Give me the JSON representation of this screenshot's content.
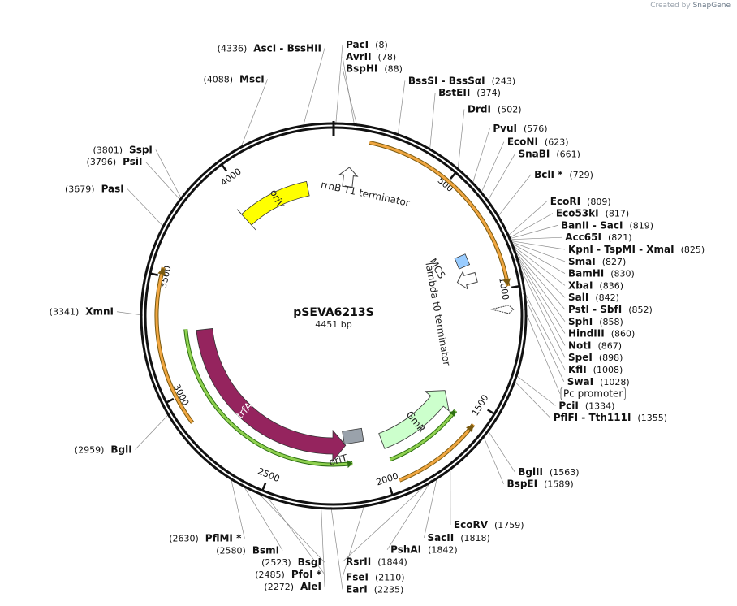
{
  "credit": {
    "prefix": "Created by",
    "brand": "SnapGene"
  },
  "plasmid": {
    "name": "pSEVA6213S",
    "size_label": "4451 bp",
    "length": 4451
  },
  "ticks": [
    500,
    1000,
    1500,
    2000,
    2500,
    3000,
    3500,
    4000
  ],
  "features": [
    {
      "id": "orf-top",
      "label": "",
      "start": 145,
      "end": 992,
      "dir": 1,
      "kind": "orf",
      "color": "#f0a640"
    },
    {
      "id": "orf-right",
      "label": "",
      "start": 1580,
      "end": 1955,
      "dir": -1,
      "kind": "orf",
      "color": "#f0a640"
    },
    {
      "id": "orf-left",
      "label": "",
      "start": 2880,
      "end": 3535,
      "dir": 1,
      "kind": "orf",
      "color": "#f0a640"
    },
    {
      "id": "oriV",
      "label": "oriV",
      "start": 3930,
      "end": 4310,
      "dir": -1,
      "kind": "rep",
      "color": "#ffff00"
    },
    {
      "id": "trfA",
      "label": "trfA",
      "start": 2160,
      "end": 3265,
      "dir": -1,
      "kind": "cds",
      "color": "#95245e"
    },
    {
      "id": "GmR",
      "label": "GmR",
      "start": 1530,
      "end": 1965,
      "dir": -1,
      "kind": "cds",
      "color": "#ccffcc"
    },
    {
      "id": "trfA-promoter",
      "label": "",
      "start": 2135,
      "end": 3275,
      "dir": -1,
      "kind": "green",
      "color": "#8fd14f"
    },
    {
      "id": "GmR-promoter",
      "label": "",
      "start": 1580,
      "end": 1960,
      "dir": -1,
      "kind": "green",
      "color": "#8fd14f"
    },
    {
      "id": "oriT",
      "label": "oriT",
      "start": 2080,
      "end": 2145,
      "dir": 0,
      "kind": "box",
      "color": "#9aa2ab"
    },
    {
      "id": "MCS",
      "label": "MCS",
      "start": 799,
      "end": 859,
      "dir": 0,
      "kind": "box",
      "color": "#99ccff"
    },
    {
      "id": "rrnB",
      "label": "rrnB T1 terminator",
      "start": 30,
      "end": 120,
      "dir": -1,
      "kind": "term",
      "color": "#ffffff"
    },
    {
      "id": "lambda",
      "label": "lambda t0 terminator",
      "start": 890,
      "end": 960,
      "dir": 1,
      "kind": "term",
      "color": "#ffffff"
    },
    {
      "id": "pc",
      "label": "Pc promoter",
      "start": 1055,
      "end": 1110,
      "dir": 1,
      "kind": "prom",
      "color": "#ffffff"
    }
  ],
  "sites": [
    {
      "text": "AscI - BssHII",
      "num": "(4336)",
      "bp": 4336,
      "side": "L"
    },
    {
      "text": "MscI",
      "num": "(4088)",
      "bp": 4088,
      "side": "L"
    },
    {
      "text": "SspI",
      "num": "(3801)",
      "bp": 3801,
      "side": "L"
    },
    {
      "text": "PsiI",
      "num": "(3796)",
      "bp": 3796,
      "side": "L"
    },
    {
      "text": "PasI",
      "num": "(3679)",
      "bp": 3679,
      "side": "L"
    },
    {
      "text": "XmnI",
      "num": "(3341)",
      "bp": 3341,
      "side": "L"
    },
    {
      "text": "BglI",
      "num": "(2959)",
      "bp": 2959,
      "side": "L"
    },
    {
      "text": "PflMI *",
      "num": "(2630)",
      "bp": 2630,
      "side": "L"
    },
    {
      "text": "BsmI",
      "num": "(2580)",
      "bp": 2580,
      "side": "L"
    },
    {
      "text": "BsgI",
      "num": "(2523)",
      "bp": 2523,
      "side": "L"
    },
    {
      "text": "PfoI *",
      "num": "(2485)",
      "bp": 2485,
      "side": "L"
    },
    {
      "text": "AleI",
      "num": "(2272)",
      "bp": 2272,
      "side": "L"
    },
    {
      "text": "EarI",
      "num": "(2235)",
      "bp": 2235,
      "side": "R"
    },
    {
      "text": "FseI",
      "num": "(2110)",
      "bp": 2110,
      "side": "R"
    },
    {
      "text": "RsrII",
      "num": "(1844)",
      "bp": 1844,
      "side": "R"
    },
    {
      "text": "PshAI",
      "num": "(1842)",
      "bp": 1842,
      "side": "R"
    },
    {
      "text": "SacII",
      "num": "(1818)",
      "bp": 1818,
      "side": "R"
    },
    {
      "text": "EcoRV",
      "num": "(1759)",
      "bp": 1759,
      "side": "R"
    },
    {
      "text": "BspEI",
      "num": "(1589)",
      "bp": 1589,
      "side": "R"
    },
    {
      "text": "BglII",
      "num": "(1563)",
      "bp": 1563,
      "side": "R"
    },
    {
      "text": "PflFI - Tth111I",
      "num": "(1355)",
      "bp": 1355,
      "side": "R"
    },
    {
      "text": "PciI",
      "num": "(1334)",
      "bp": 1334,
      "side": "R"
    },
    {
      "text": "Pc promoter",
      "num": "",
      "bp": 1085,
      "side": "R",
      "boxed": true
    },
    {
      "text": "SwaI",
      "num": "(1028)",
      "bp": 1028,
      "side": "R"
    },
    {
      "text": "KflI",
      "num": "(1008)",
      "bp": 1008,
      "side": "R"
    },
    {
      "text": "SpeI",
      "num": "(898)",
      "bp": 898,
      "side": "R"
    },
    {
      "text": "NotI",
      "num": "(867)",
      "bp": 867,
      "side": "R"
    },
    {
      "text": "HindIII",
      "num": "(860)",
      "bp": 860,
      "side": "R"
    },
    {
      "text": "SphI",
      "num": "(858)",
      "bp": 858,
      "side": "R"
    },
    {
      "text": "PstI - SbfI",
      "num": "(852)",
      "bp": 852,
      "side": "R"
    },
    {
      "text": "SalI",
      "num": "(842)",
      "bp": 842,
      "side": "R"
    },
    {
      "text": "XbaI",
      "num": "(836)",
      "bp": 836,
      "side": "R"
    },
    {
      "text": "BamHI",
      "num": "(830)",
      "bp": 830,
      "side": "R"
    },
    {
      "text": "SmaI",
      "num": "(827)",
      "bp": 827,
      "side": "R"
    },
    {
      "text": "KpnI - TspMI - XmaI",
      "num": "(825)",
      "bp": 825,
      "side": "R"
    },
    {
      "text": "Acc65I",
      "num": "(821)",
      "bp": 821,
      "side": "R"
    },
    {
      "text": "BanII - SacI",
      "num": "(819)",
      "bp": 819,
      "side": "R"
    },
    {
      "text": "Eco53kI",
      "num": "(817)",
      "bp": 817,
      "side": "R"
    },
    {
      "text": "EcoRI",
      "num": "(809)",
      "bp": 809,
      "side": "R"
    },
    {
      "text": "BclI *",
      "num": "(729)",
      "bp": 729,
      "side": "R"
    },
    {
      "text": "SnaBI",
      "num": "(661)",
      "bp": 661,
      "side": "R"
    },
    {
      "text": "EcoNI",
      "num": "(623)",
      "bp": 623,
      "side": "R"
    },
    {
      "text": "PvuI",
      "num": "(576)",
      "bp": 576,
      "side": "R"
    },
    {
      "text": "DrdI",
      "num": "(502)",
      "bp": 502,
      "side": "R"
    },
    {
      "text": "BstEII",
      "num": "(374)",
      "bp": 374,
      "side": "R"
    },
    {
      "text": "BssSI - BssSαI",
      "num": "(243)",
      "bp": 243,
      "side": "R"
    },
    {
      "text": "BspHI",
      "num": "(88)",
      "bp": 88,
      "side": "R"
    },
    {
      "text": "AvrII",
      "num": "(78)",
      "bp": 78,
      "side": "R"
    },
    {
      "text": "PacI",
      "num": "(8)",
      "bp": 8,
      "side": "R"
    }
  ]
}
